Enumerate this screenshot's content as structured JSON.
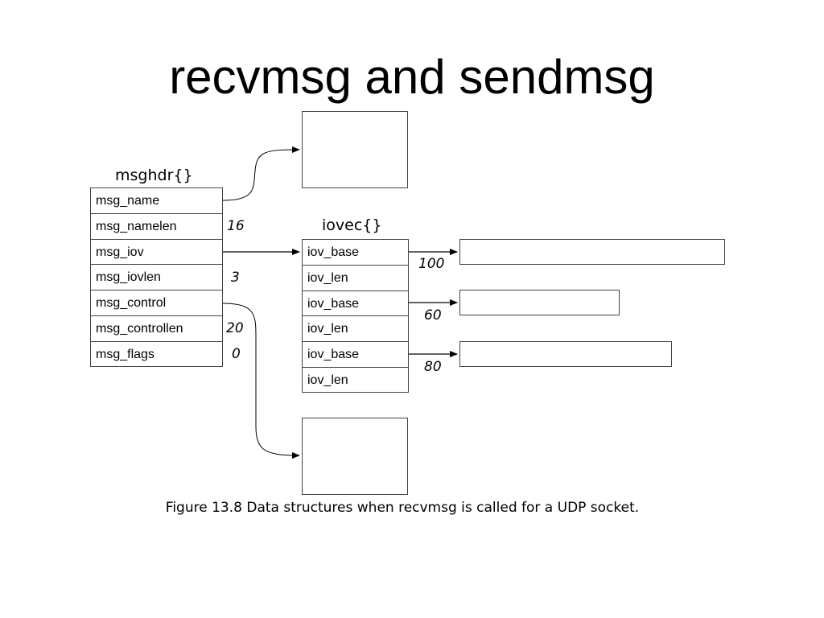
{
  "title": "recvmsg and sendmsg",
  "msghdr": {
    "label": "msghdr{}",
    "fields": [
      "msg_name",
      "msg_namelen",
      "msg_iov",
      "msg_iovlen",
      "msg_control",
      "msg_controllen",
      "msg_flags"
    ],
    "values": {
      "msg_namelen": "16",
      "msg_iovlen": "3",
      "msg_controllen": "20",
      "msg_flags": "0"
    }
  },
  "iovec": {
    "label": "iovec{}",
    "fields": [
      "iov_base",
      "iov_len",
      "iov_base",
      "iov_len",
      "iov_base",
      "iov_len"
    ],
    "buffer_sizes": [
      "100",
      "60",
      "80"
    ]
  },
  "caption": "Figure 13.8 Data structures when recvmsg is called for a UDP socket."
}
